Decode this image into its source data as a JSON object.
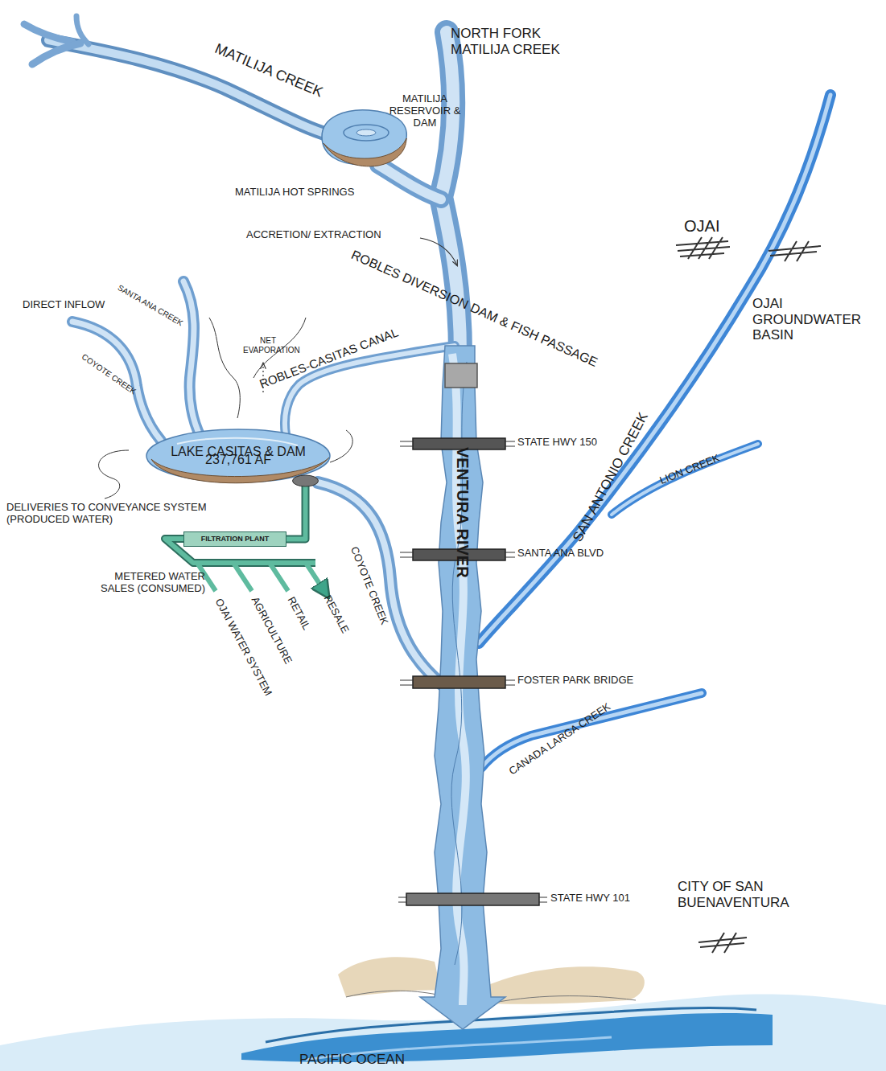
{
  "diagram": {
    "nodes": [
      {
        "text": [
          "LAKE CASITAS & DAM",
          "237,761 AF"
        ]
      },
      {
        "text": [
          "FILTRATION PLANT"
        ]
      }
    ],
    "edges": [
      {
        "from": 0,
        "to": 1,
        "arrow": "none"
      }
    ],
    "labels": [
      "MATILIJA CREEK",
      "NORTH FORK MATILIJA CREEK",
      "MATILIJA RESERVOIR & DAM",
      "MATILIJA HOT SPRINGS",
      "ACCRETION/ EXTRACTION",
      "ROBLES DIVERSION DAM & FISH PASSAGE",
      "OJAI",
      "OJAI GROUNDWATER BASIN",
      "DIRECT INFLOW",
      "SANTA ANA CREEK",
      "NET EVAPORATION",
      "ROBLES-CASITAS CANAL",
      "COYOTE CREEK",
      "STATE HWY 150",
      "VENTURA RIVER",
      "SAN ANTONIO CREEK",
      "LION CREEK",
      "DELIVERIES TO CONVEYANCE SYSTEM (PRODUCED WATER)",
      "SANTA ANA BLVD",
      "METERED WATER SALES (CONSUMED)",
      "RESALE",
      "RETAIL",
      "AGRICULTURE",
      "OJAI WATER SYSTEM",
      "COYOTE CREEK",
      "FOSTER PARK BRIDGE",
      "CANADA LARGA CREEK",
      "STATE HWY 101",
      "CITY OF SAN BUENAVENTURA",
      "PACIFIC OCEAN"
    ]
  }
}
